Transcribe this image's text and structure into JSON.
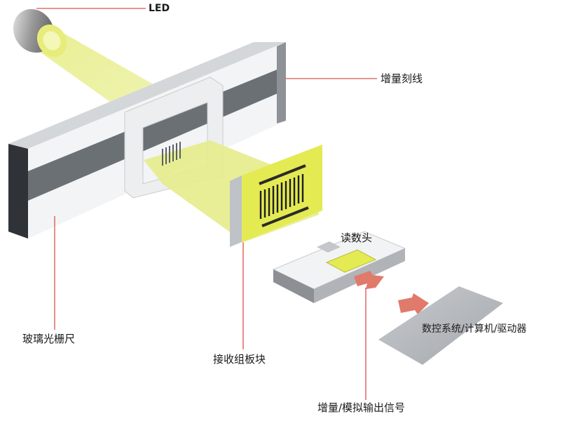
{
  "labels": {
    "led": "LED",
    "increment_lines": "增量刻线",
    "glass_scale": "玻璃光栅尺",
    "receiver_block": "接收组板块",
    "read_head": "读数头",
    "cnc_system": "数控系统/计算机/驱动器",
    "output_signal": "增量/模拟输出信号"
  },
  "colors": {
    "light_beam": "#e9ef9a",
    "leader_line": "#d9534f",
    "sensor_yellow": "#e4ea52",
    "arrow_red": "#e07a6a",
    "scale_grey": "#6b7075",
    "panel_grey": "#b4b8bd"
  }
}
